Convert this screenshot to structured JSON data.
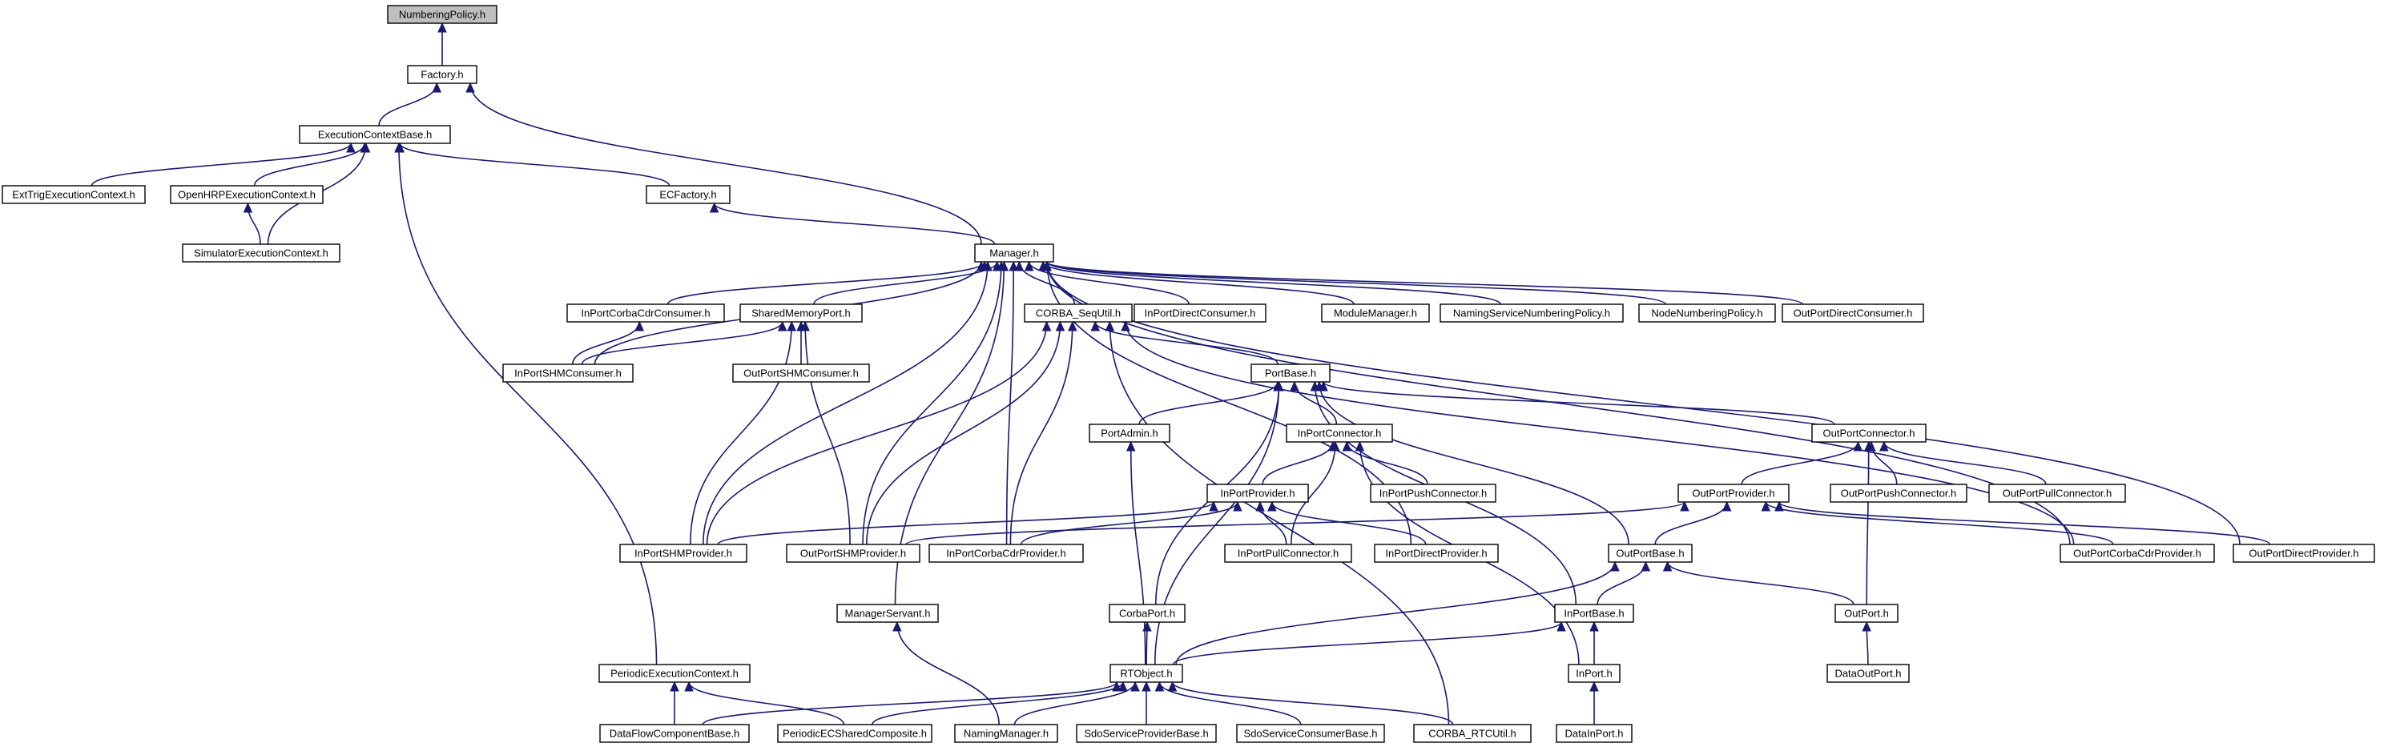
{
  "diagram": {
    "edge_color": "#191970",
    "root_fill": "#bfbfbf",
    "nodes": [
      {
        "id": "numberingpolicy",
        "label": "NumberingPolicy.h",
        "root": true
      },
      {
        "id": "factory",
        "label": "Factory.h"
      },
      {
        "id": "executioncontextbase",
        "label": "ExecutionContextBase.h"
      },
      {
        "id": "exttrigexecutioncontext",
        "label": "ExtTrigExecutionContext.h"
      },
      {
        "id": "openhrpexecutioncontext",
        "label": "OpenHRPExecutionContext.h"
      },
      {
        "id": "simulatorexecutioncontext",
        "label": "SimulatorExecutionContext.h"
      },
      {
        "id": "ecfactory",
        "label": "ECFactory.h"
      },
      {
        "id": "manager",
        "label": "Manager.h"
      },
      {
        "id": "inportcorbacdrconsumer",
        "label": "InPortCorbaCdrConsumer.h"
      },
      {
        "id": "sharedmemoryport",
        "label": "SharedMemoryPort.h"
      },
      {
        "id": "corba_sequtil",
        "label": "CORBA_SeqUtil.h"
      },
      {
        "id": "inportdirectconsumer",
        "label": "InPortDirectConsumer.h"
      },
      {
        "id": "modulemanager",
        "label": "ModuleManager.h"
      },
      {
        "id": "namingservicenumberingpolicy",
        "label": "NamingServiceNumberingPolicy.h"
      },
      {
        "id": "nodenumberingpolicy",
        "label": "NodeNumberingPolicy.h"
      },
      {
        "id": "outportdirectconsumer",
        "label": "OutPortDirectConsumer.h"
      },
      {
        "id": "inportshmconsumer",
        "label": "InPortSHMConsumer.h"
      },
      {
        "id": "outportshmconsumer",
        "label": "OutPortSHMConsumer.h"
      },
      {
        "id": "portbase",
        "label": "PortBase.h"
      },
      {
        "id": "portadmin",
        "label": "PortAdmin.h"
      },
      {
        "id": "inportconnector",
        "label": "InPortConnector.h"
      },
      {
        "id": "outportconnector",
        "label": "OutPortConnector.h"
      },
      {
        "id": "inportprovider",
        "label": "InPortProvider.h"
      },
      {
        "id": "inportpushconnector",
        "label": "InPortPushConnector.h"
      },
      {
        "id": "outportprovider",
        "label": "OutPortProvider.h"
      },
      {
        "id": "outportpushconnector",
        "label": "OutPortPushConnector.h"
      },
      {
        "id": "outportpullconnector",
        "label": "OutPortPullConnector.h"
      },
      {
        "id": "inportshmprovider",
        "label": "InPortSHMProvider.h"
      },
      {
        "id": "outportshmprovider",
        "label": "OutPortSHMProvider.h"
      },
      {
        "id": "inportcorbacdrprovider",
        "label": "InPortCorbaCdrProvider.h"
      },
      {
        "id": "inportpullconnector",
        "label": "InPortPullConnector.h"
      },
      {
        "id": "inportdirectprovider",
        "label": "InPortDirectProvider.h"
      },
      {
        "id": "outportbase",
        "label": "OutPortBase.h"
      },
      {
        "id": "outportcorbacdrprovider",
        "label": "OutPortCorbaCdrProvider.h"
      },
      {
        "id": "outportdirectprovider",
        "label": "OutPortDirectProvider.h"
      },
      {
        "id": "managerservant",
        "label": "ManagerServant.h"
      },
      {
        "id": "corbaport",
        "label": "CorbaPort.h"
      },
      {
        "id": "inportbase",
        "label": "InPortBase.h"
      },
      {
        "id": "outport",
        "label": "OutPort.h"
      },
      {
        "id": "periodicexecutioncontext",
        "label": "PeriodicExecutionContext.h"
      },
      {
        "id": "rtobject",
        "label": "RTObject.h"
      },
      {
        "id": "inport",
        "label": "InPort.h"
      },
      {
        "id": "dataoutport",
        "label": "DataOutPort.h"
      },
      {
        "id": "dataflowcomponentbase",
        "label": "DataFlowComponentBase.h"
      },
      {
        "id": "periodicecsharedcomposite",
        "label": "PeriodicECSharedComposite.h"
      },
      {
        "id": "namingmanager",
        "label": "NamingManager.h"
      },
      {
        "id": "sdoserviceproviderbase",
        "label": "SdoServiceProviderBase.h"
      },
      {
        "id": "sdoserviceconsumerbase",
        "label": "SdoServiceConsumerBase.h"
      },
      {
        "id": "corba_rtcutil",
        "label": "CORBA_RTCUtil.h"
      },
      {
        "id": "datainport",
        "label": "DataInPort.h"
      }
    ],
    "edges": [
      [
        "factory",
        "numberingpolicy"
      ],
      [
        "executioncontextbase",
        "factory"
      ],
      [
        "manager",
        "factory"
      ],
      [
        "exttrigexecutioncontext",
        "executioncontextbase"
      ],
      [
        "openhrpexecutioncontext",
        "executioncontextbase"
      ],
      [
        "simulatorexecutioncontext",
        "executioncontextbase"
      ],
      [
        "ecfactory",
        "executioncontextbase"
      ],
      [
        "periodicexecutioncontext",
        "executioncontextbase"
      ],
      [
        "simulatorexecutioncontext",
        "openhrpexecutioncontext"
      ],
      [
        "manager",
        "ecfactory"
      ],
      [
        "inportcorbacdrconsumer",
        "manager"
      ],
      [
        "sharedmemoryport",
        "manager"
      ],
      [
        "corba_sequtil",
        "manager"
      ],
      [
        "inportdirectconsumer",
        "manager"
      ],
      [
        "modulemanager",
        "manager"
      ],
      [
        "namingservicenumberingpolicy",
        "manager"
      ],
      [
        "nodenumberingpolicy",
        "manager"
      ],
      [
        "outportdirectconsumer",
        "manager"
      ],
      [
        "inportshmconsumer",
        "manager"
      ],
      [
        "inportshmprovider",
        "manager"
      ],
      [
        "outportshmprovider",
        "manager"
      ],
      [
        "inportcorbacdrprovider",
        "manager"
      ],
      [
        "inportdirectprovider",
        "manager"
      ],
      [
        "outportcorbacdrprovider",
        "manager"
      ],
      [
        "outportdirectprovider",
        "manager"
      ],
      [
        "managerservant",
        "manager"
      ],
      [
        "inportshmconsumer",
        "inportcorbacdrconsumer"
      ],
      [
        "inportshmconsumer",
        "sharedmemoryport"
      ],
      [
        "outportshmconsumer",
        "sharedmemoryport"
      ],
      [
        "inportshmprovider",
        "sharedmemoryport"
      ],
      [
        "outportshmprovider",
        "sharedmemoryport"
      ],
      [
        "portbase",
        "corba_sequtil"
      ],
      [
        "inportshmprovider",
        "corba_sequtil"
      ],
      [
        "outportshmprovider",
        "corba_sequtil"
      ],
      [
        "inportcorbacdrprovider",
        "corba_sequtil"
      ],
      [
        "outportcorbacdrprovider",
        "corba_sequtil"
      ],
      [
        "corba_rtcutil",
        "corba_sequtil"
      ],
      [
        "portadmin",
        "portbase"
      ],
      [
        "inportconnector",
        "portbase"
      ],
      [
        "outportconnector",
        "portbase"
      ],
      [
        "corbaport",
        "portbase"
      ],
      [
        "rtobject",
        "portbase"
      ],
      [
        "outportbase",
        "portbase"
      ],
      [
        "inportbase",
        "portbase"
      ],
      [
        "rtobject",
        "portadmin"
      ],
      [
        "inportprovider",
        "inportconnector"
      ],
      [
        "inportpushconnector",
        "inportconnector"
      ],
      [
        "inportpullconnector",
        "inportconnector"
      ],
      [
        "inport",
        "inportconnector"
      ],
      [
        "outportprovider",
        "outportconnector"
      ],
      [
        "outportpushconnector",
        "outportconnector"
      ],
      [
        "outportpullconnector",
        "outportconnector"
      ],
      [
        "outport",
        "outportconnector"
      ],
      [
        "inportshmprovider",
        "inportprovider"
      ],
      [
        "inportcorbacdrprovider",
        "inportprovider"
      ],
      [
        "inportpullconnector",
        "inportprovider"
      ],
      [
        "inportdirectprovider",
        "inportprovider"
      ],
      [
        "outportshmprovider",
        "outportprovider"
      ],
      [
        "outportcorbacdrprovider",
        "outportprovider"
      ],
      [
        "outportdirectprovider",
        "outportprovider"
      ],
      [
        "outportbase",
        "outportprovider"
      ],
      [
        "inportbase",
        "outportbase"
      ],
      [
        "outport",
        "outportbase"
      ],
      [
        "rtobject",
        "outportbase"
      ],
      [
        "rtobject",
        "corbaport"
      ],
      [
        "rtobject",
        "inportbase"
      ],
      [
        "inport",
        "inportbase"
      ],
      [
        "dataoutport",
        "outport"
      ],
      [
        "namingmanager",
        "managerservant"
      ],
      [
        "dataflowcomponentbase",
        "periodicexecutioncontext"
      ],
      [
        "periodicecsharedcomposite",
        "periodicexecutioncontext"
      ],
      [
        "dataflowcomponentbase",
        "rtobject"
      ],
      [
        "periodicecsharedcomposite",
        "rtobject"
      ],
      [
        "namingmanager",
        "rtobject"
      ],
      [
        "sdoserviceproviderbase",
        "rtobject"
      ],
      [
        "sdoserviceconsumerbase",
        "rtobject"
      ],
      [
        "corba_rtcutil",
        "rtobject"
      ],
      [
        "datainport",
        "inport"
      ]
    ]
  }
}
